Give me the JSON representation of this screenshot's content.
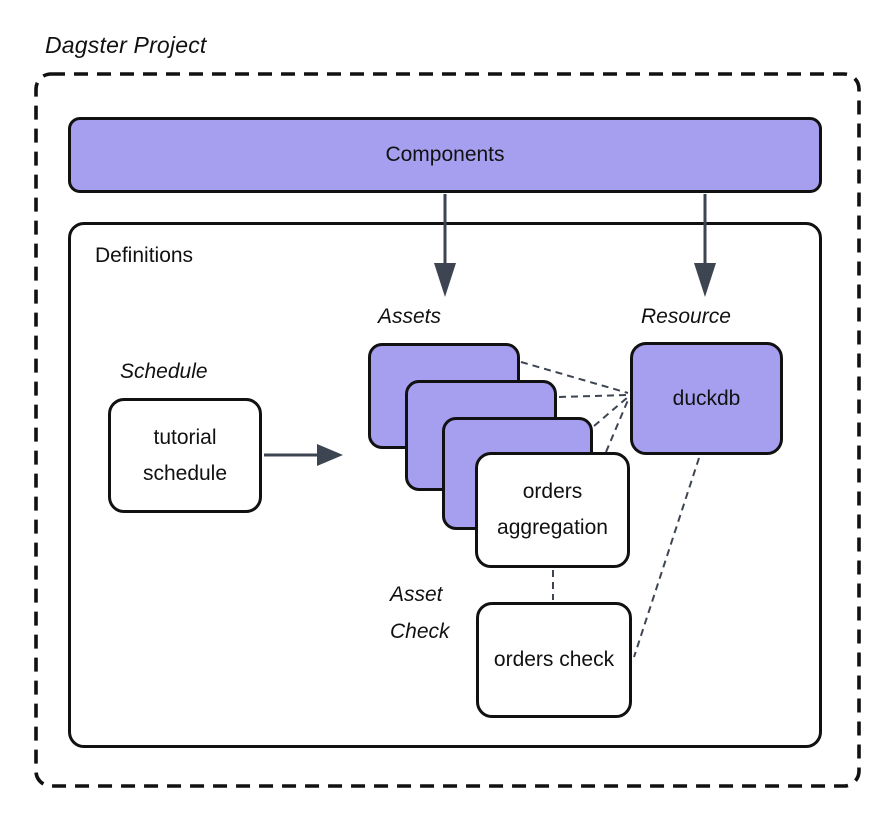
{
  "project": {
    "title": "Dagster Project"
  },
  "components_bar": {
    "label": "Components"
  },
  "definitions_box": {
    "label": "Definitions"
  },
  "sections": {
    "schedule": {
      "label": "Schedule"
    },
    "assets": {
      "label": "Assets"
    },
    "resource": {
      "label": "Resource"
    },
    "asset_check": {
      "label": "Asset Check"
    }
  },
  "nodes": {
    "tutorial_schedule": {
      "label": "tutorial schedule",
      "fill": "#ffffff"
    },
    "asset_stack": {
      "card_count": 3,
      "fill": "#a69ff0"
    },
    "orders_aggregation": {
      "label": "orders aggregation",
      "fill": "#ffffff"
    },
    "duckdb": {
      "label": "duckdb",
      "fill": "#a69ff0"
    },
    "orders_check": {
      "label": "orders check",
      "fill": "#ffffff"
    }
  },
  "edges": [
    {
      "from": "components",
      "to": "assets",
      "style": "solid-arrow"
    },
    {
      "from": "components",
      "to": "resource-duckdb",
      "style": "solid-arrow"
    },
    {
      "from": "tutorial-schedule",
      "to": "asset-stack",
      "style": "solid-arrow"
    },
    {
      "from": "asset-stack-card-1",
      "to": "duckdb",
      "style": "dashed"
    },
    {
      "from": "asset-stack-card-2",
      "to": "duckdb",
      "style": "dashed"
    },
    {
      "from": "asset-stack-card-3",
      "to": "duckdb",
      "style": "dashed"
    },
    {
      "from": "orders-aggregation",
      "to": "duckdb",
      "style": "dashed"
    },
    {
      "from": "orders-aggregation",
      "to": "orders-check",
      "style": "dashed"
    },
    {
      "from": "duckdb",
      "to": "orders-check",
      "style": "dashed"
    }
  ],
  "colors": {
    "node_purple": "#a69ff0",
    "outline_black": "#111111",
    "connector_slate": "#3d4552",
    "background": "#ffffff"
  }
}
